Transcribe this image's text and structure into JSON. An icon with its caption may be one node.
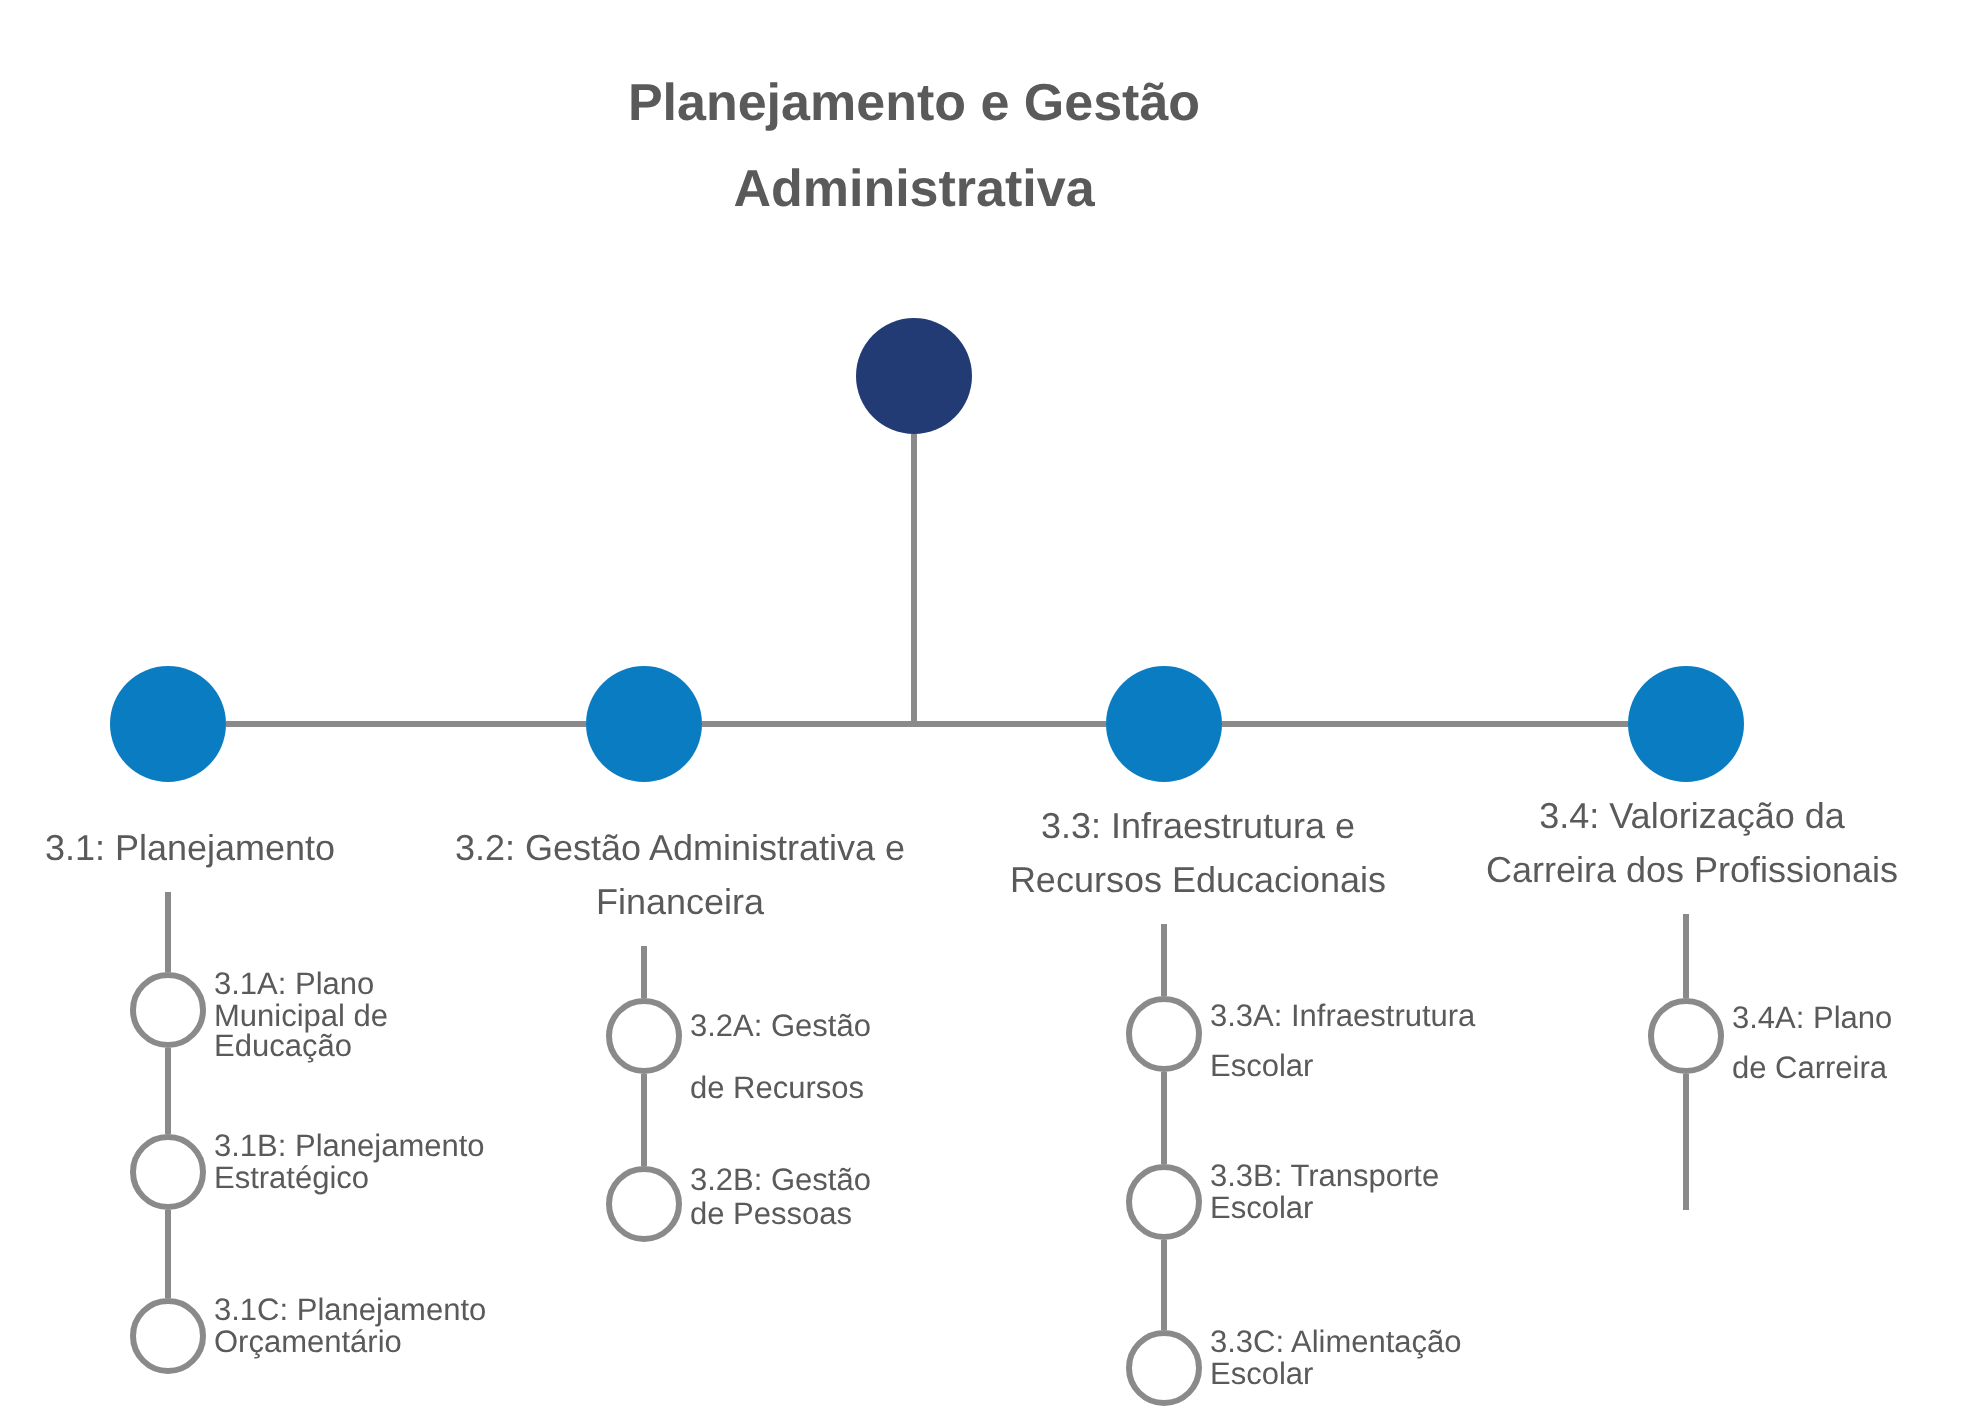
{
  "diagram": {
    "title": "Planejamento e Gestão Administrativa",
    "nodes": [
      {
        "text": [],
        "shape": "circle"
      },
      {
        "text": [
          "3.1: Planejamento"
        ]
      },
      {
        "text": [
          "3.2: Gestão Administrativa e Financeira"
        ]
      },
      {
        "text": [
          "3.3: Infraestrutura e Recursos Educacionais"
        ]
      },
      {
        "text": [
          "3.4: Valorização da Carreira dos Profissionais"
        ]
      },
      {
        "text": [
          "3.1A: Plano Municipal de Educação"
        ]
      },
      {
        "text": [
          "3.1B: Planejamento Estratégico"
        ]
      },
      {
        "text": [
          "3.1C: Planejamento Orçamentário"
        ]
      },
      {
        "text": [
          "3.2A: Gestão de Recursos"
        ]
      },
      {
        "text": [
          "3.2B: Gestão de Pessoas"
        ]
      },
      {
        "text": [
          "3.3A: Infraestrutura Escolar"
        ]
      },
      {
        "text": [
          "3.3B: Transporte Escolar"
        ]
      },
      {
        "text": [
          "3.3C: Alimentação Escolar"
        ]
      },
      {
        "text": [
          "3.4A: Plano de Carreira"
        ]
      }
    ],
    "edges": [
      {
        "from": 0,
        "to": 2,
        "arrow": "none"
      },
      {
        "from": 2,
        "to": 1,
        "arrow": "none"
      },
      {
        "from": 0,
        "to": 3,
        "arrow": "none"
      },
      {
        "from": 3,
        "to": 4,
        "arrow": "none"
      },
      {
        "from": 1,
        "to": 5,
        "arrow": "none"
      },
      {
        "from": 5,
        "to": 6,
        "arrow": "none"
      },
      {
        "from": 6,
        "to": 7,
        "arrow": "none"
      },
      {
        "from": 2,
        "to": 8,
        "arrow": "none"
      },
      {
        "from": 8,
        "to": 9,
        "arrow": "none"
      },
      {
        "from": 3,
        "to": 10,
        "arrow": "none"
      },
      {
        "from": 10,
        "to": 11,
        "arrow": "none"
      },
      {
        "from": 11,
        "to": 12,
        "arrow": "none"
      },
      {
        "from": 4,
        "to": 13,
        "arrow": "none"
      },
      {
        "from": 13,
        "to": null,
        "arrow": "none"
      }
    ]
  }
}
